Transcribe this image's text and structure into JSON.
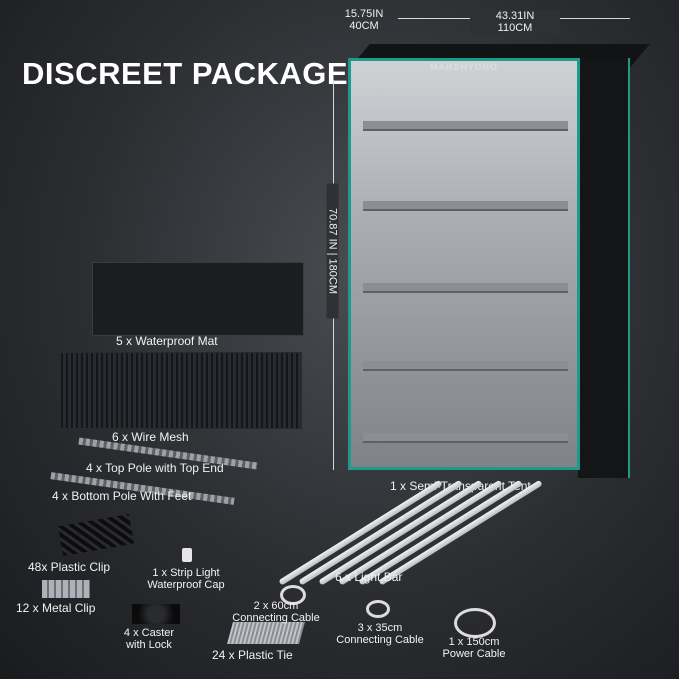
{
  "title": "DISCREET PACKAGE",
  "brand": "MARSHYDRO",
  "dimensions": {
    "depth_in": "15.75IN",
    "depth_cm": "40CM",
    "width_in": "43.31IN",
    "width_cm": "110CM",
    "height": "70.87 IN | 180CM"
  },
  "items": {
    "waterproof_mat": "5 x Waterproof Mat",
    "wire_mesh": "6 x Wire Mesh",
    "top_pole": "4 x Top Pole with Top End",
    "bottom_pole": "4 x Bottom Pole With Feet",
    "tent": "1 x Semi-Transparent Tent",
    "plastic_clip": "48x Plastic Clip",
    "metal_clip": "12 x Metal Clip",
    "strip_cap_1": "1 x Strip Light",
    "strip_cap_2": "Waterproof Cap",
    "caster_1": "4 x Caster",
    "caster_2": "with Lock",
    "plastic_tie": "24 x Plastic Tie",
    "light_bar": "6 x Light Bar",
    "cable60_1": "2 x 60cm",
    "cable60_2": "Connecting Cable",
    "cable35_1": "3 x 35cm",
    "cable35_2": "Connecting Cable",
    "power_1": "1 x 150cm",
    "power_2": "Power Cable"
  }
}
